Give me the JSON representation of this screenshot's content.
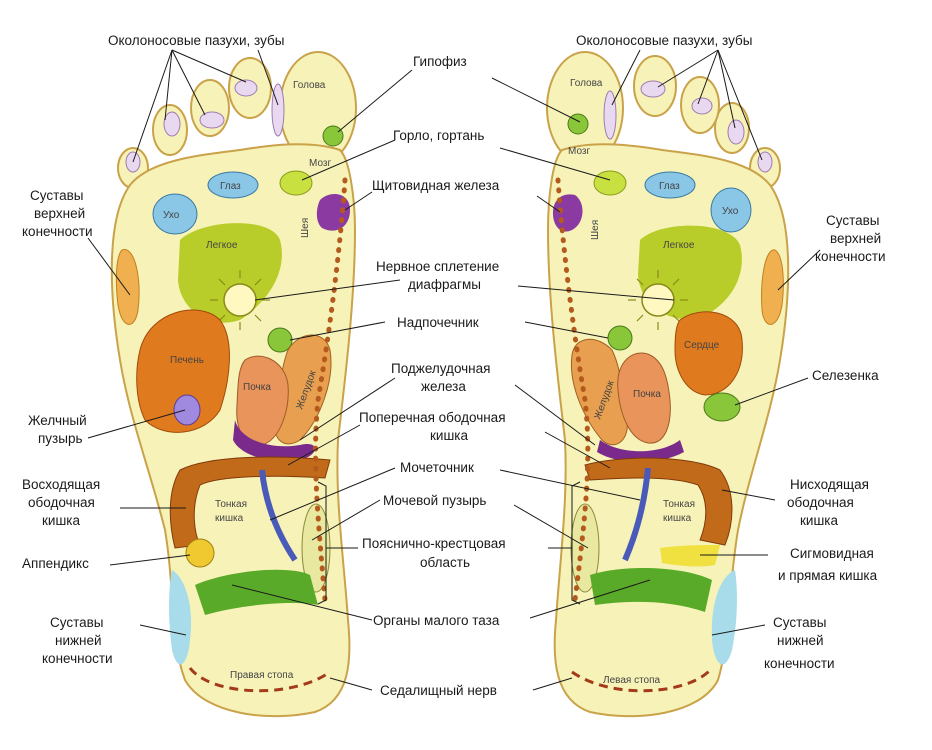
{
  "labels": {
    "sinuses_left": "Околоносовые пазухи, зубы",
    "sinuses_right": "Околоносовые пазухи, зубы",
    "pituitary": "Гипофиз",
    "throat": "Горло, гортань",
    "thyroid": "Щитовидная железа",
    "plexus_1": "Нервное сплетение",
    "plexus_2": "диафрагмы",
    "shoulder": "Надпочечник",
    "pancreas_1": "Поджелудочная",
    "pancreas_2": "железа",
    "transverse_1": "Поперечная ободочная",
    "transverse_2": "кишка",
    "ureter": "Мочеточник",
    "bladder": "Мочевой пузырь",
    "lumbar_1": "Пояснично-крестцовая",
    "lumbar_2": "область",
    "pelvic": "Органы малого таза",
    "sciatic": "Седалищный нерв",
    "upper_limb_l_1": "Суставы",
    "upper_limb_l_2": "верхней",
    "upper_limb_l_3": "конечности",
    "gall_1": "Желчный",
    "gall_2": "пузырь",
    "ascending_1": "Восходящая",
    "ascending_2": "ободочная",
    "ascending_3": "кишка",
    "appendix": "Аппендикс",
    "lower_limb_l_1": "Суставы",
    "lower_limb_l_2": "нижней",
    "lower_limb_l_3": "конечности",
    "upper_limb_r_1": "Суставы",
    "upper_limb_r_2": "верхней",
    "upper_limb_r_3": "конечности",
    "spleen": "Селезенка",
    "descending_1": "Нисходящая",
    "descending_2": "ободочная",
    "descending_3": "кишка",
    "sigmoid_1": "Сигмовидная",
    "sigmoid_2": "и прямая кишка",
    "lower_limb_r_1": "Суставы",
    "lower_limb_r_2": "нижней",
    "lower_limb_r_3": "конечности"
  },
  "zones_right_foot": {
    "head": "Голова",
    "brain": "Мозг",
    "eye": "Глаз",
    "ear": "Ухо",
    "neck": "Шея",
    "lung": "Легкое",
    "liver": "Печень",
    "kidney": "Почка",
    "stomach": "Желудок",
    "small_intestine_1": "Тонкая",
    "small_intestine_2": "кишка",
    "foot_name": "Правая стопа"
  },
  "zones_left_foot": {
    "head": "Голова",
    "brain": "Мозг",
    "eye": "Глаз",
    "ear": "Ухо",
    "neck": "Шея",
    "lung": "Легкое",
    "heart": "Сердце",
    "kidney": "Почка",
    "stomach": "Желудок",
    "small_intestine_1": "Тонкая",
    "small_intestine_2": "кишка",
    "foot_name": "Левая стопа"
  },
  "colors": {
    "skin": "#f7f3b8",
    "outline": "#c9a24a",
    "liver": "#e07a1f",
    "lung": "#b8cc2a",
    "kidney": "#e8945a",
    "stomach": "#e8a050",
    "pancreas": "#7a2a8a",
    "colon": "#c06a1a",
    "pelvic": "#5aaa2a",
    "joint": "#a8dcea",
    "ear_eye": "#8ac6e6",
    "thyroid": "#8a3aa0",
    "gland_green": "#8ac63a",
    "ureter": "#4a5ab8",
    "sinus": "#e8d8f0"
  }
}
